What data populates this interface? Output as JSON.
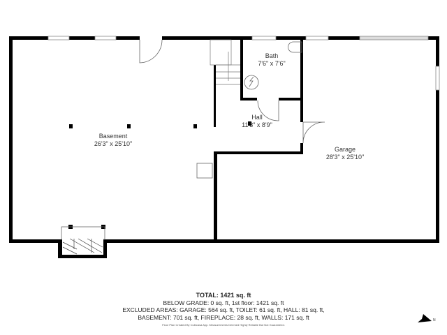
{
  "rooms": [
    {
      "name": "Basement",
      "dims": "26'3\" x 25'10\""
    },
    {
      "name": "Bath",
      "dims": "7'6\" x 7'6\""
    },
    {
      "name": "Hall",
      "dims": "11'3\" x 8'9\""
    },
    {
      "name": "Garage",
      "dims": "28'3\" x 25'10\""
    }
  ],
  "summary": {
    "total": "TOTAL: 1421 sq. ft",
    "line1": "BELOW GRADE: 0 sq. ft, 1st floor: 1421 sq. ft",
    "line2": "EXCLUDED AREAS: GARAGE: 564 sq. ft, TOILET: 61 sq. ft, HALL: 81 sq. ft,",
    "line3": "BASEMENT: 701 sq. ft, FIREPLACE: 28 sq. ft, WALLS: 171 sq. ft",
    "footnote": "Floor Plan Created By Cubicasa App. Measurements Deemed Highly Reliable But Not Guaranteed."
  },
  "compass": {
    "label": "N",
    "icon": "north-arrow-icon"
  },
  "colors": {
    "wall": "#000000",
    "line": "#666666",
    "window": "#888888"
  }
}
